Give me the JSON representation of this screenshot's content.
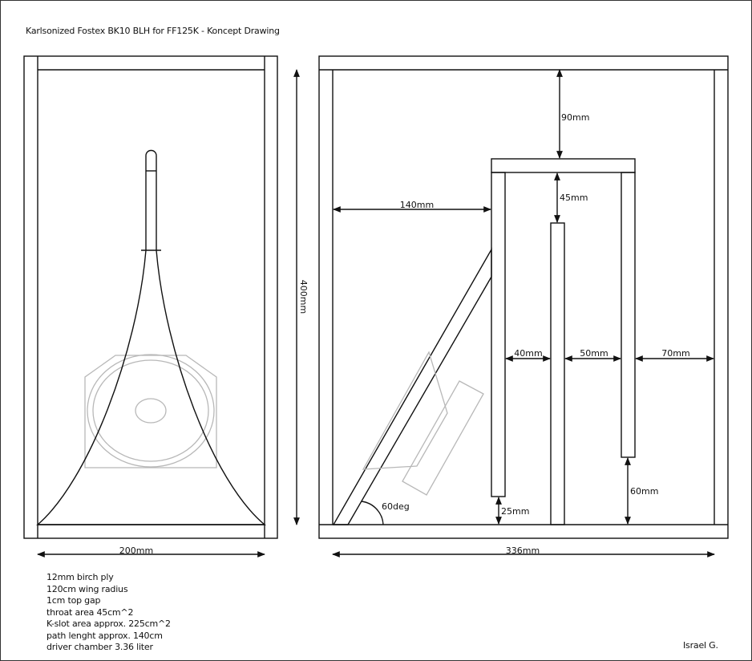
{
  "title": "Karlsonized Fostex BK10 BLH for FF125K - Koncept Drawing",
  "dimensions": {
    "front_width": "200mm",
    "height": "400mm",
    "side_depth": "336mm",
    "top_to_roof": "90mm",
    "roof_to_divider": "45mm",
    "back_to_panel": "140mm",
    "gap_40": "40mm",
    "gap_50": "50mm",
    "gap_70": "70mm",
    "bottom_gap_25": "25mm",
    "bottom_gap_60": "60mm",
    "angle": "60deg"
  },
  "notes": [
    "12mm birch ply",
    "120cm wing radius",
    "1cm top gap",
    "throat area 45cm^2",
    "K-slot area approx. 225cm^2",
    "path lenght approx. 140cm",
    "driver chamber 3.36 liter"
  ],
  "author": "Israel G.",
  "colors": {
    "line": "#111111",
    "driver_ghost": "#b8b8b8"
  }
}
